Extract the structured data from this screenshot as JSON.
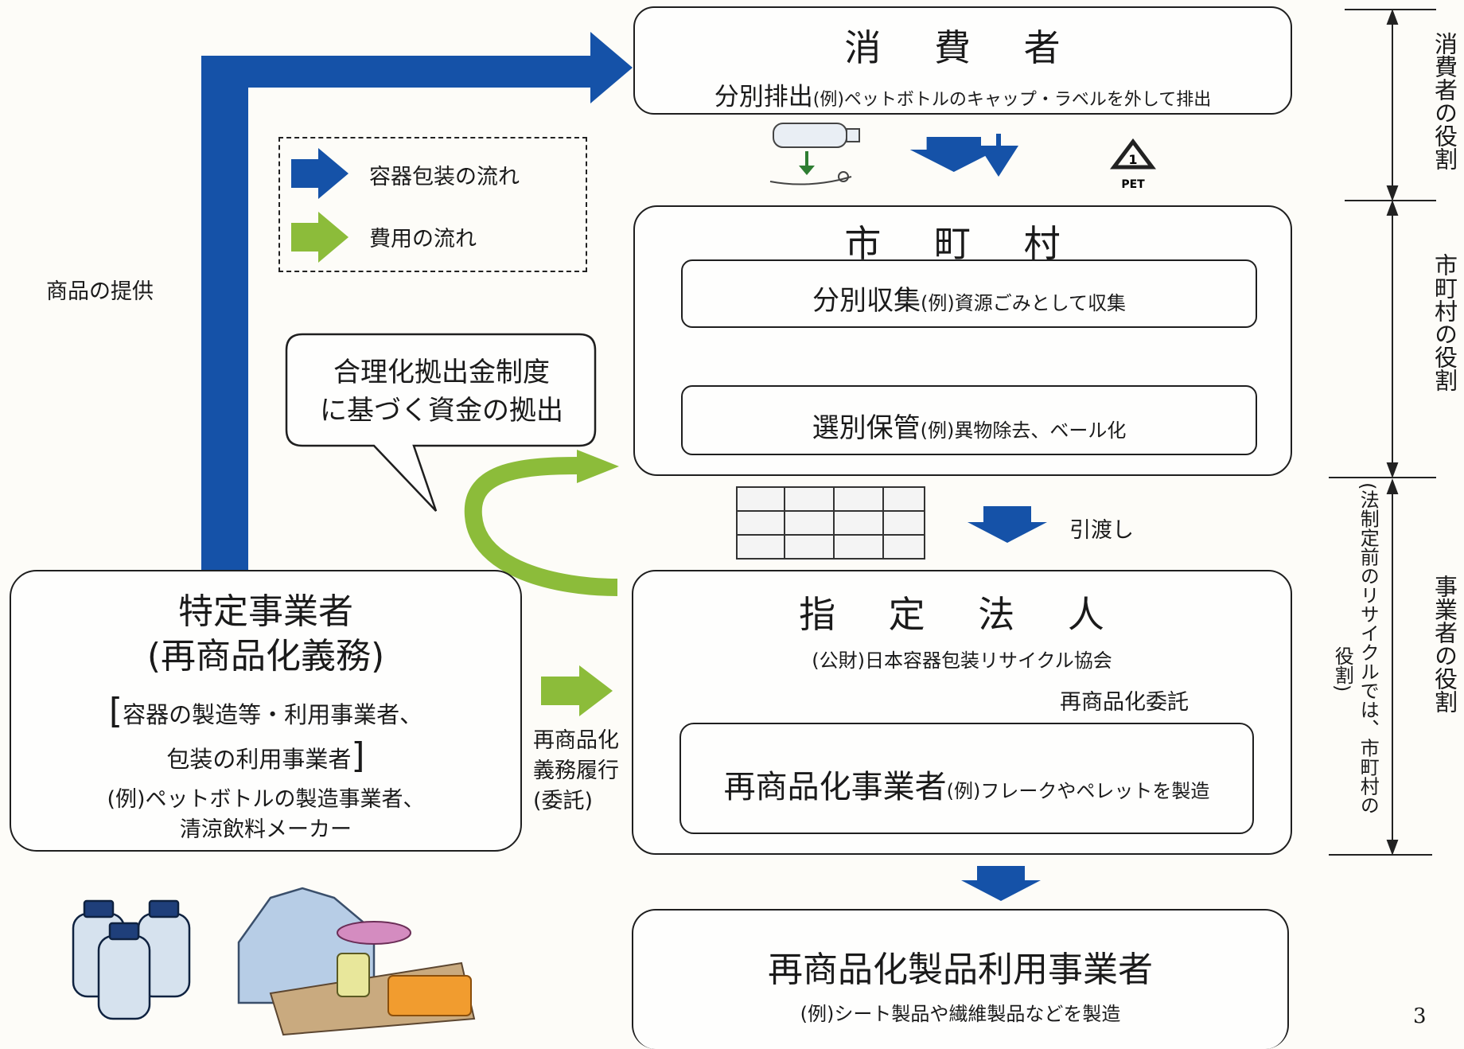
{
  "colors": {
    "blue": "#1552a8",
    "green": "#8cbc3a",
    "border": "#1f1f1f"
  },
  "consumer": {
    "title": "消 費 者",
    "action": "分別排出",
    "example": "(例)ペットボトルのキャップ・ラベルを外して排出"
  },
  "legend": {
    "container_flow": "容器包装の流れ",
    "cost_flow": "費用の流れ"
  },
  "product_supply": "商品の提供",
  "speech": {
    "line1": "合理化拠出金制度",
    "line2": "に基づく資金の拠出"
  },
  "municipality": {
    "title": "市 町 村",
    "collection_main": "分別収集",
    "collection_example": "(例)資源ごみとして収集",
    "storage_main": "選別保管",
    "storage_example": "(例)異物除去、ベール化"
  },
  "handover": "引渡し",
  "pet_mark": "PET",
  "designated": {
    "title": "指 定 法 人",
    "org": "(公財)日本容器包装リサイクル協会",
    "commission": "再商品化委託",
    "recycler_main": "再商品化事業者",
    "recycler_example": "(例)フレークやペレットを製造"
  },
  "business": {
    "title1": "特定事業者",
    "title2": "(再商品化義務)",
    "bracket1": "容器の製造等・利用事業者、",
    "bracket2": "包装の利用事業者",
    "example1": "(例)ペットボトルの製造事業者、",
    "example2": "清涼飲料メーカー"
  },
  "obligation": {
    "line1": "再商品化",
    "line2": "義務履行",
    "line3": "(委託)"
  },
  "product_user": {
    "title": "再商品化製品利用事業者",
    "example": "(例)シート製品や繊維製品などを製造"
  },
  "roles": {
    "consumer": "消費者の役割",
    "municipality": "市町村の役割",
    "business": "事業者の役割",
    "note1": "(法制定前のリサイクルでは、市町村の",
    "note2": "役割)"
  },
  "page_number": "3"
}
